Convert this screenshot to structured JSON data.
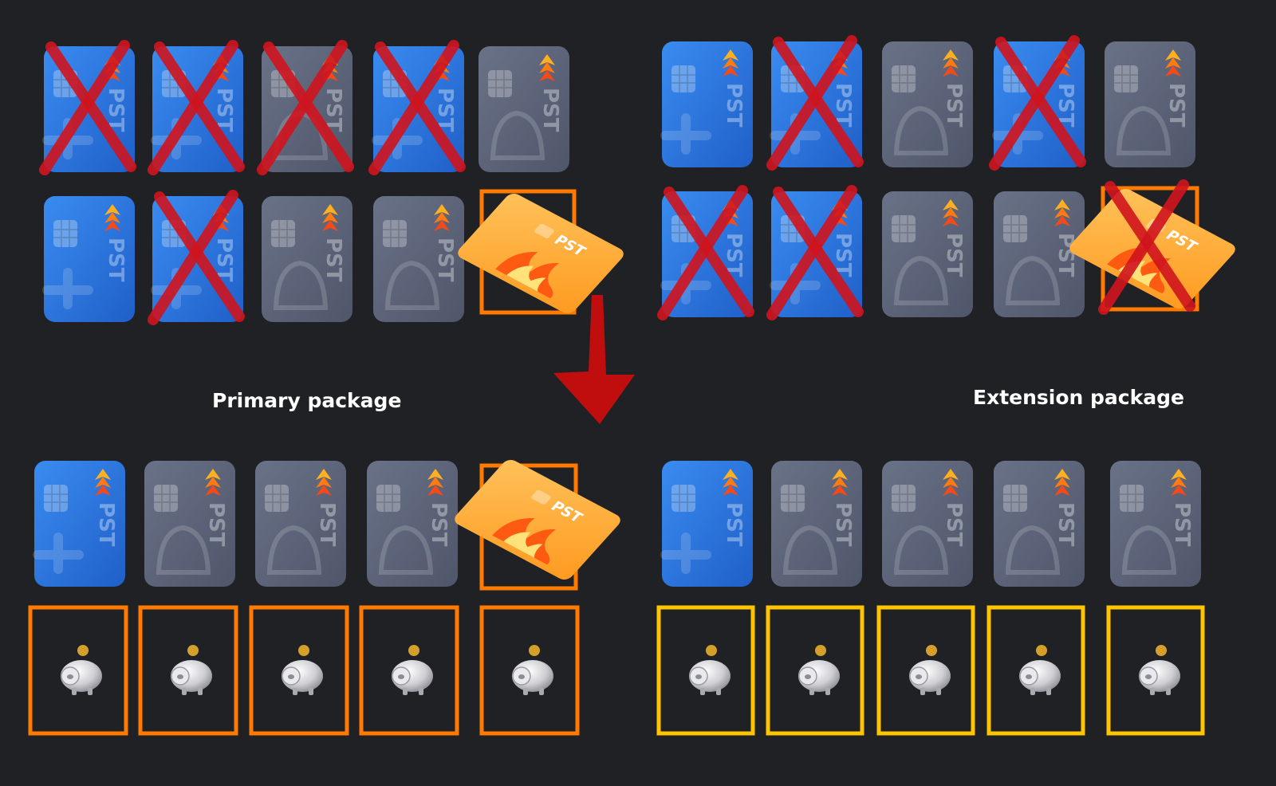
{
  "labels": {
    "primary": "Primary package",
    "extension": "Extension package"
  },
  "card_brand_text": "PST",
  "colors": {
    "background": "#202125",
    "card_blue": "#2f7be0",
    "card_gray": "#5b6378",
    "card_gold": "#ffad3a",
    "cross_red": "#d0141e",
    "arrow_red": "#c00e0e",
    "frame_orange": "#ff7a00",
    "frame_yellow": "#ffc400"
  },
  "icons": {
    "card_chip": "sim-chip-icon",
    "card_logo": "stacked-flame-logo-icon",
    "blue_card_mark": "plus-icon",
    "gray_card_mark": "bell-icon",
    "reward_card_art": "fire-icon",
    "slot_item": "piggy-bank-icon",
    "transition": "down-arrow-icon"
  },
  "primary_package": {
    "before": {
      "row1": [
        {
          "card": "blue",
          "crossed": true
        },
        {
          "card": "blue",
          "crossed": true
        },
        {
          "card": "gray",
          "crossed": true
        },
        {
          "card": "blue",
          "crossed": true
        },
        {
          "card": "gray",
          "crossed": false
        }
      ],
      "row2": [
        {
          "card": "blue",
          "crossed": false
        },
        {
          "card": "blue",
          "crossed": true
        },
        {
          "card": "gray",
          "crossed": false
        },
        {
          "card": "gray",
          "crossed": false
        },
        {
          "card": "gold",
          "crossed": false,
          "highlighted": true
        }
      ]
    },
    "after": {
      "cards": [
        {
          "card": "blue"
        },
        {
          "card": "gray"
        },
        {
          "card": "gray"
        },
        {
          "card": "gray"
        },
        {
          "card": "gold",
          "highlighted": true
        }
      ],
      "slots": [
        "piggy-bank",
        "piggy-bank",
        "piggy-bank",
        "piggy-bank",
        "piggy-bank"
      ],
      "slot_frame": "orange"
    }
  },
  "extension_package": {
    "before": {
      "row1": [
        {
          "card": "blue",
          "crossed": false
        },
        {
          "card": "blue",
          "crossed": true
        },
        {
          "card": "gray",
          "crossed": false
        },
        {
          "card": "blue",
          "crossed": true
        },
        {
          "card": "gray",
          "crossed": false
        }
      ],
      "row2": [
        {
          "card": "blue",
          "crossed": true
        },
        {
          "card": "blue",
          "crossed": true
        },
        {
          "card": "gray",
          "crossed": false
        },
        {
          "card": "gray",
          "crossed": false
        },
        {
          "card": "gold",
          "crossed": true,
          "highlighted": true
        }
      ]
    },
    "after": {
      "cards": [
        {
          "card": "blue"
        },
        {
          "card": "gray"
        },
        {
          "card": "gray"
        },
        {
          "card": "gray"
        },
        {
          "card": "gray"
        }
      ],
      "slots": [
        "piggy-bank",
        "piggy-bank",
        "piggy-bank",
        "piggy-bank",
        "piggy-bank"
      ],
      "slot_frame": "yellow"
    }
  }
}
